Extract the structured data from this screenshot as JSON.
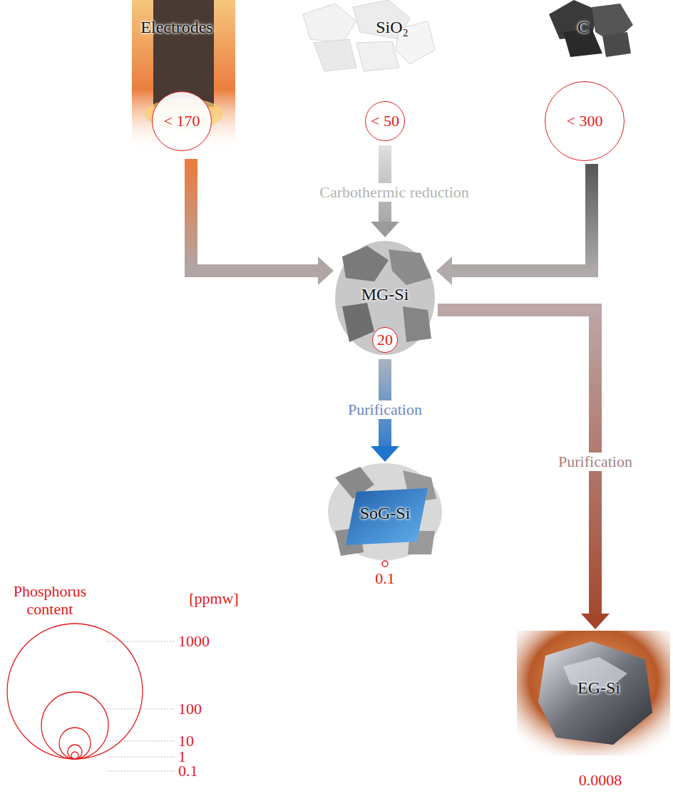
{
  "diagram": {
    "nodes": [
      {
        "text": [
          "Electrodes",
          "< 170"
        ]
      },
      {
        "text": [
          "SiO₂",
          "< 50"
        ]
      },
      {
        "text": [
          "C",
          "< 300"
        ]
      },
      {
        "text": [
          "MG-Si",
          "20"
        ]
      },
      {
        "text": [
          "SoG-Si",
          "0.1"
        ]
      },
      {
        "text": [
          "EG-Si",
          "0.0008"
        ]
      }
    ],
    "edges": [
      {
        "from": 0,
        "to": 3,
        "arrow": "to"
      },
      {
        "from": 1,
        "to": 3,
        "label": "Carbothermic reduction",
        "arrow": "to"
      },
      {
        "from": 2,
        "to": 3,
        "arrow": "to"
      },
      {
        "from": 3,
        "to": 4,
        "label": "Purification",
        "arrow": "to"
      },
      {
        "from": 3,
        "to": 5,
        "label": "Purification",
        "arrow": "to"
      }
    ],
    "labels": [
      "Phosphorus content",
      "[ppmw]",
      "1000",
      "100",
      "10",
      "1",
      "0.1"
    ]
  }
}
